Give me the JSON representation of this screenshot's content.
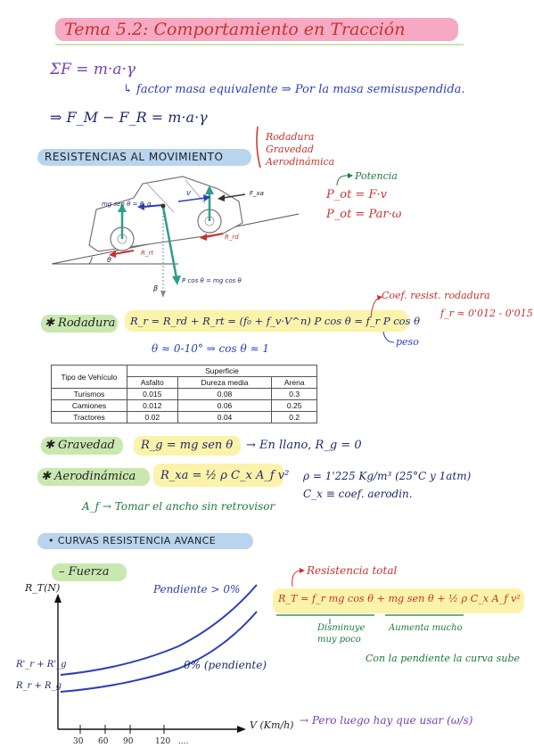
{
  "title": "Tema 5.2: Comportamiento en Tracción",
  "eq1": "ΣF = m·a·γ",
  "eq1_note": "↳ factor masa equivalente ⇒ Por la masa semisuspendida.",
  "eq2": "⇒ F_M − F_R = m·a·γ",
  "section1": "RESISTENCIAS AL MOVIMIENTO",
  "res_list": [
    "Rodadura",
    "Gravedad",
    "Aerodinámica"
  ],
  "diagram": {
    "mg_sen": "mg sen θ = R_g",
    "v": "v",
    "f_xa": "F_xa",
    "r_rd": "R_rd",
    "r_rt": "R_rt",
    "theta": "θ",
    "beta": "β",
    "p_cos": "P cos θ = mg cos θ"
  },
  "potencia": {
    "label": "Potencia",
    "p1": "P_ot = F·v",
    "p2": "P_ot = Par·ω"
  },
  "rodadura": {
    "label": "✱ Rodadura",
    "eq": "R_r = R_rd + R_rt = (f₀ + f_v·V^n) P cos θ = f_r P cos θ",
    "coef": "Coef. resist. rodadura",
    "fr_range": "f_r ≈ 0'012 - 0'015",
    "peso": "peso",
    "theta_note": "θ ≈ 0-10° ⇒ cos θ ≈ 1"
  },
  "table": {
    "row_header": "Tipo de Vehículo",
    "group_header": "Superficie",
    "columns": [
      "Asfalto",
      "Dureza media",
      "Arena"
    ],
    "rows": [
      {
        "name": "Turismos",
        "values": [
          "0.015",
          "0.08",
          "0.3"
        ]
      },
      {
        "name": "Camiones",
        "values": [
          "0.012",
          "0.06",
          "0.25"
        ]
      },
      {
        "name": "Tractores",
        "values": [
          "0.02",
          "0.04",
          "0.2"
        ]
      }
    ]
  },
  "gravedad": {
    "label": "✱ Gravedad",
    "eq": "R_g = mg sen θ",
    "note": "→ En llano, R_g = 0"
  },
  "aero": {
    "label": "✱ Aerodinámica",
    "eq": "R_xa = ½ ρ C_x A_f v²",
    "rho": "ρ = 1'225 Kg/m³ (25°C y 1atm)",
    "cx": "C_x ≡ coef. aerodin.",
    "af": "A_f → Tomar el ancho sin retrovisor"
  },
  "section2": "• CURVAS RESISTENCIA AVANCE",
  "fuerza": "– Fuerza",
  "graph": {
    "ylabel": "R_T(N)",
    "xlabel": "V (Km/h)",
    "pendiente_pos": "Pendiente > 0%",
    "pendiente_0": "0% (pendiente)",
    "y_upper": "R'_r + R'_g",
    "y_lower": "R_r + R_g",
    "ticks": [
      "30",
      "60",
      "90",
      "120",
      "...."
    ],
    "note": "→ Pero luego hay que usar (ω/s)"
  },
  "total": {
    "label": "Resistencia total",
    "eq": "R_T = f_r mg cos θ + mg sen θ + ½ ρ C_x A_f v²",
    "dism": "Disminuye muy poco",
    "aumenta": "Aumenta mucho",
    "note": "Con la pendiente la curva sube"
  }
}
